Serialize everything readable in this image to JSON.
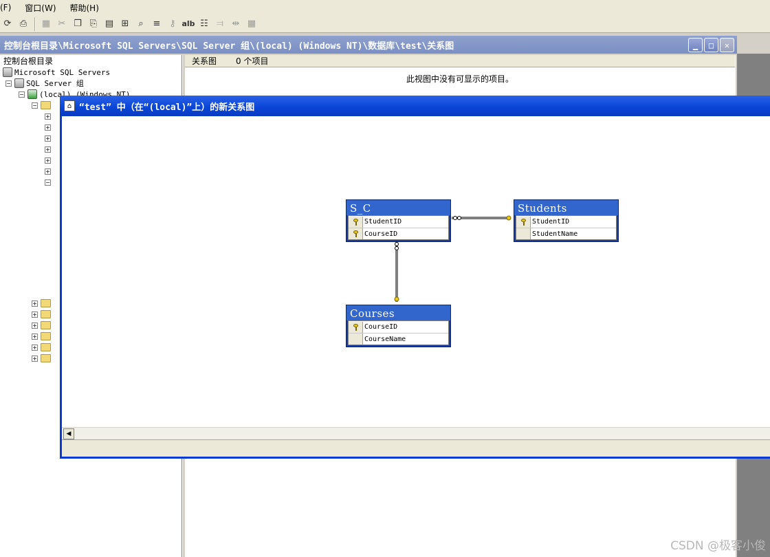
{
  "menubar": {
    "items": [
      "(F)",
      "窗口(W)",
      "帮助(H)"
    ]
  },
  "toolbar": {
    "icons": [
      "refresh-icon",
      "print-icon",
      "sep",
      "table-icon",
      "cut-icon",
      "copy-icon",
      "paste-icon",
      "new-table-icon",
      "add-related-icon",
      "zoom-icon",
      "properties-icon",
      "key-icon",
      "label-icon",
      "arrange-icon",
      "relationship-icon",
      "autosize-icon",
      "grid-icon"
    ],
    "label_button": "alb"
  },
  "console": {
    "title": "控制台根目录\\Microsoft SQL Servers\\SQL Server 组\\(local) (Windows NT)\\数据库\\test\\关系图",
    "tree": {
      "root": "控制台根目录",
      "servers": "Microsoft SQL Servers",
      "group": "SQL Server 组",
      "local": "(local) (Windows NT)"
    },
    "list": {
      "col_name": "关系图",
      "col_count": "0 个项目",
      "empty_message": "此视图中没有可显示的项目。"
    }
  },
  "diagram": {
    "title": "“test” 中（在“(local)”上）的新关系图",
    "tables": [
      {
        "name": "S_C",
        "columns": [
          {
            "name": "StudentID",
            "key": true
          },
          {
            "name": "CourseID",
            "key": true
          }
        ]
      },
      {
        "name": "Students",
        "columns": [
          {
            "name": "StudentID",
            "key": true
          },
          {
            "name": "StudentName",
            "key": false
          }
        ]
      },
      {
        "name": "Courses",
        "columns": [
          {
            "name": "CourseID",
            "key": true
          },
          {
            "name": "CourseName",
            "key": false
          }
        ]
      }
    ]
  },
  "watermark": "CSDN @极客小俊"
}
